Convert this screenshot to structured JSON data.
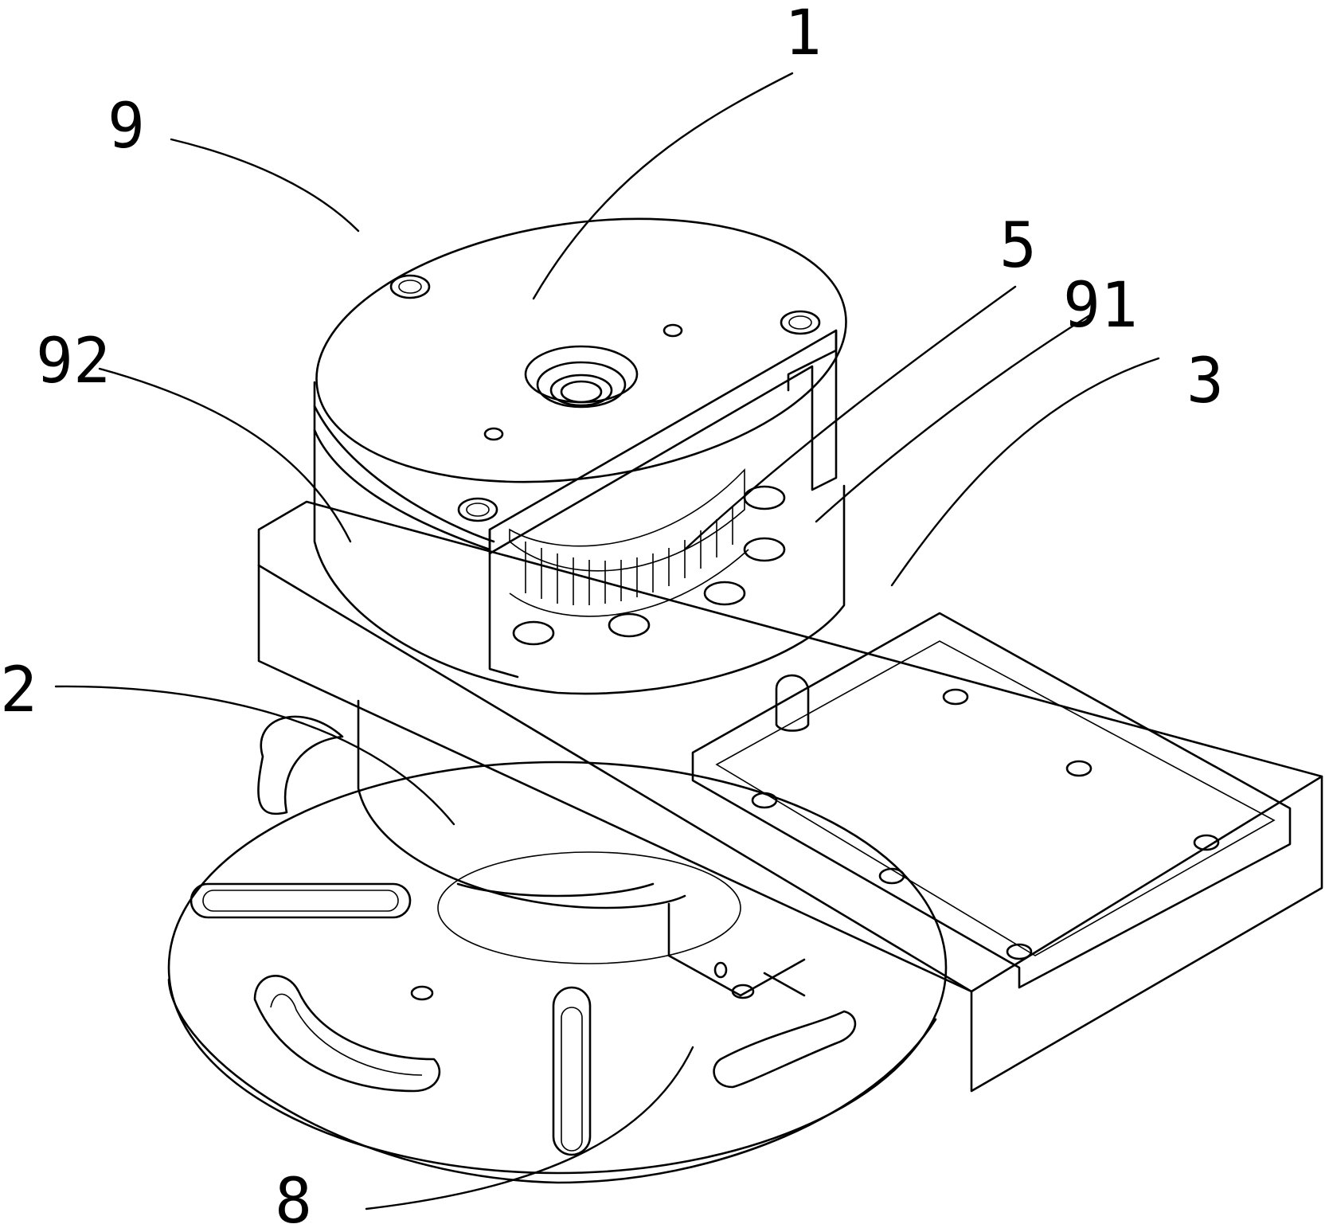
{
  "labels": {
    "l1": "1",
    "l9": "9",
    "l5": "5",
    "l91": "91",
    "l92": "92",
    "l3": "3",
    "l2": "2",
    "l8": "8"
  },
  "colors": {
    "line": "#000000",
    "background": "#ffffff"
  }
}
